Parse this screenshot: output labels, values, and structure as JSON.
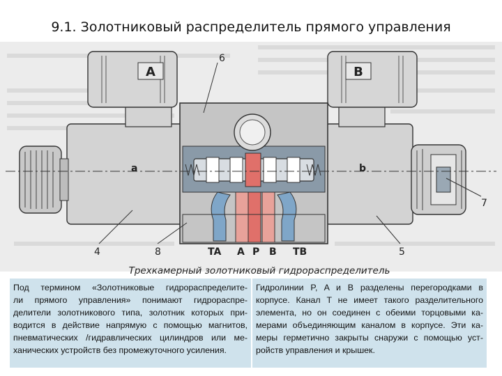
{
  "slide": {
    "title": "9.1. Золотниковый распределитель прямого управления"
  },
  "diagram": {
    "caption": "Трехкамерный золотниковый гидрораспределитель",
    "labels": {
      "solenoid_a": "A",
      "solenoid_b": "B",
      "side_a": "a",
      "side_b": "b",
      "callout_4": "4",
      "callout_5": "5",
      "callout_6": "6",
      "callout_7": "7",
      "callout_8": "8",
      "port_ta": "TA",
      "port_a": "A",
      "port_p": "P",
      "port_b": "B",
      "port_tb": "TB"
    },
    "colors": {
      "pressure": "#e0706a",
      "tank": "#7fa6c8",
      "body": "#c5c5c5",
      "body_section": "#8a9aa8"
    }
  },
  "text": {
    "left_lines": [
      "Под термином «Золотниковые гидрораспределите-",
      "ли прямого управления» понимают гидрораспре-",
      "делители золотникового типа, золотник которых при-",
      "водится в действие напрямую с помощью магнитов,",
      "пневматических /гидравлических цилиндров или ме-",
      "ханических устройств без промежуточного усиления."
    ],
    "right_lines": [
      "Гидролинии P, A и B разделены перегородками в",
      "корпусе. Канал T не имеет такого разделительного",
      "элемента, но он соединен с обеими торцовыми ка-",
      "мерами объединяющим каналом в корпусе. Эти ка-",
      "меры герметично закрыты снаружи с помощью уст-",
      "ройств управления и крышек."
    ]
  }
}
